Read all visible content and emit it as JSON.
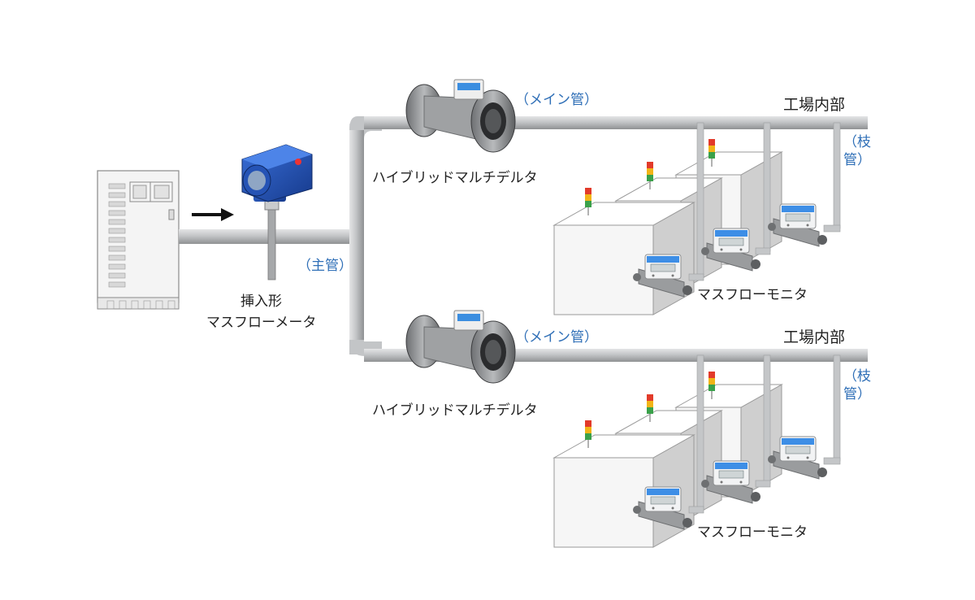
{
  "labels": {
    "insertion_meter_line1": "挿入形",
    "insertion_meter_line2": "マスフローメータ",
    "main_pipe": "（主管）",
    "main_line": "（メイン管）",
    "hybrid_multi_delta": "ハイブリッドマルチデルタ",
    "factory_interior": "工場内部",
    "branch_pipe": "（枝管）",
    "mass_flow_monitor": "マスフローモニタ"
  },
  "icons": {
    "control_panel": "control-panel-icon",
    "insertion_meter": "insertion-mass-flow-meter-icon",
    "hybrid_meter": "flanged-flow-meter-icon",
    "monitor": "mass-flow-monitor-icon",
    "signal_tower": "signal-tower-icon",
    "machine": "machine-box-icon"
  },
  "colors": {
    "pipe": "#b9bbbd",
    "pipe_dark": "#8e9092",
    "label_blue": "#2f6fb7",
    "meter_blue": "#1c4fb0",
    "monitor_blue": "#3d8ee6"
  }
}
